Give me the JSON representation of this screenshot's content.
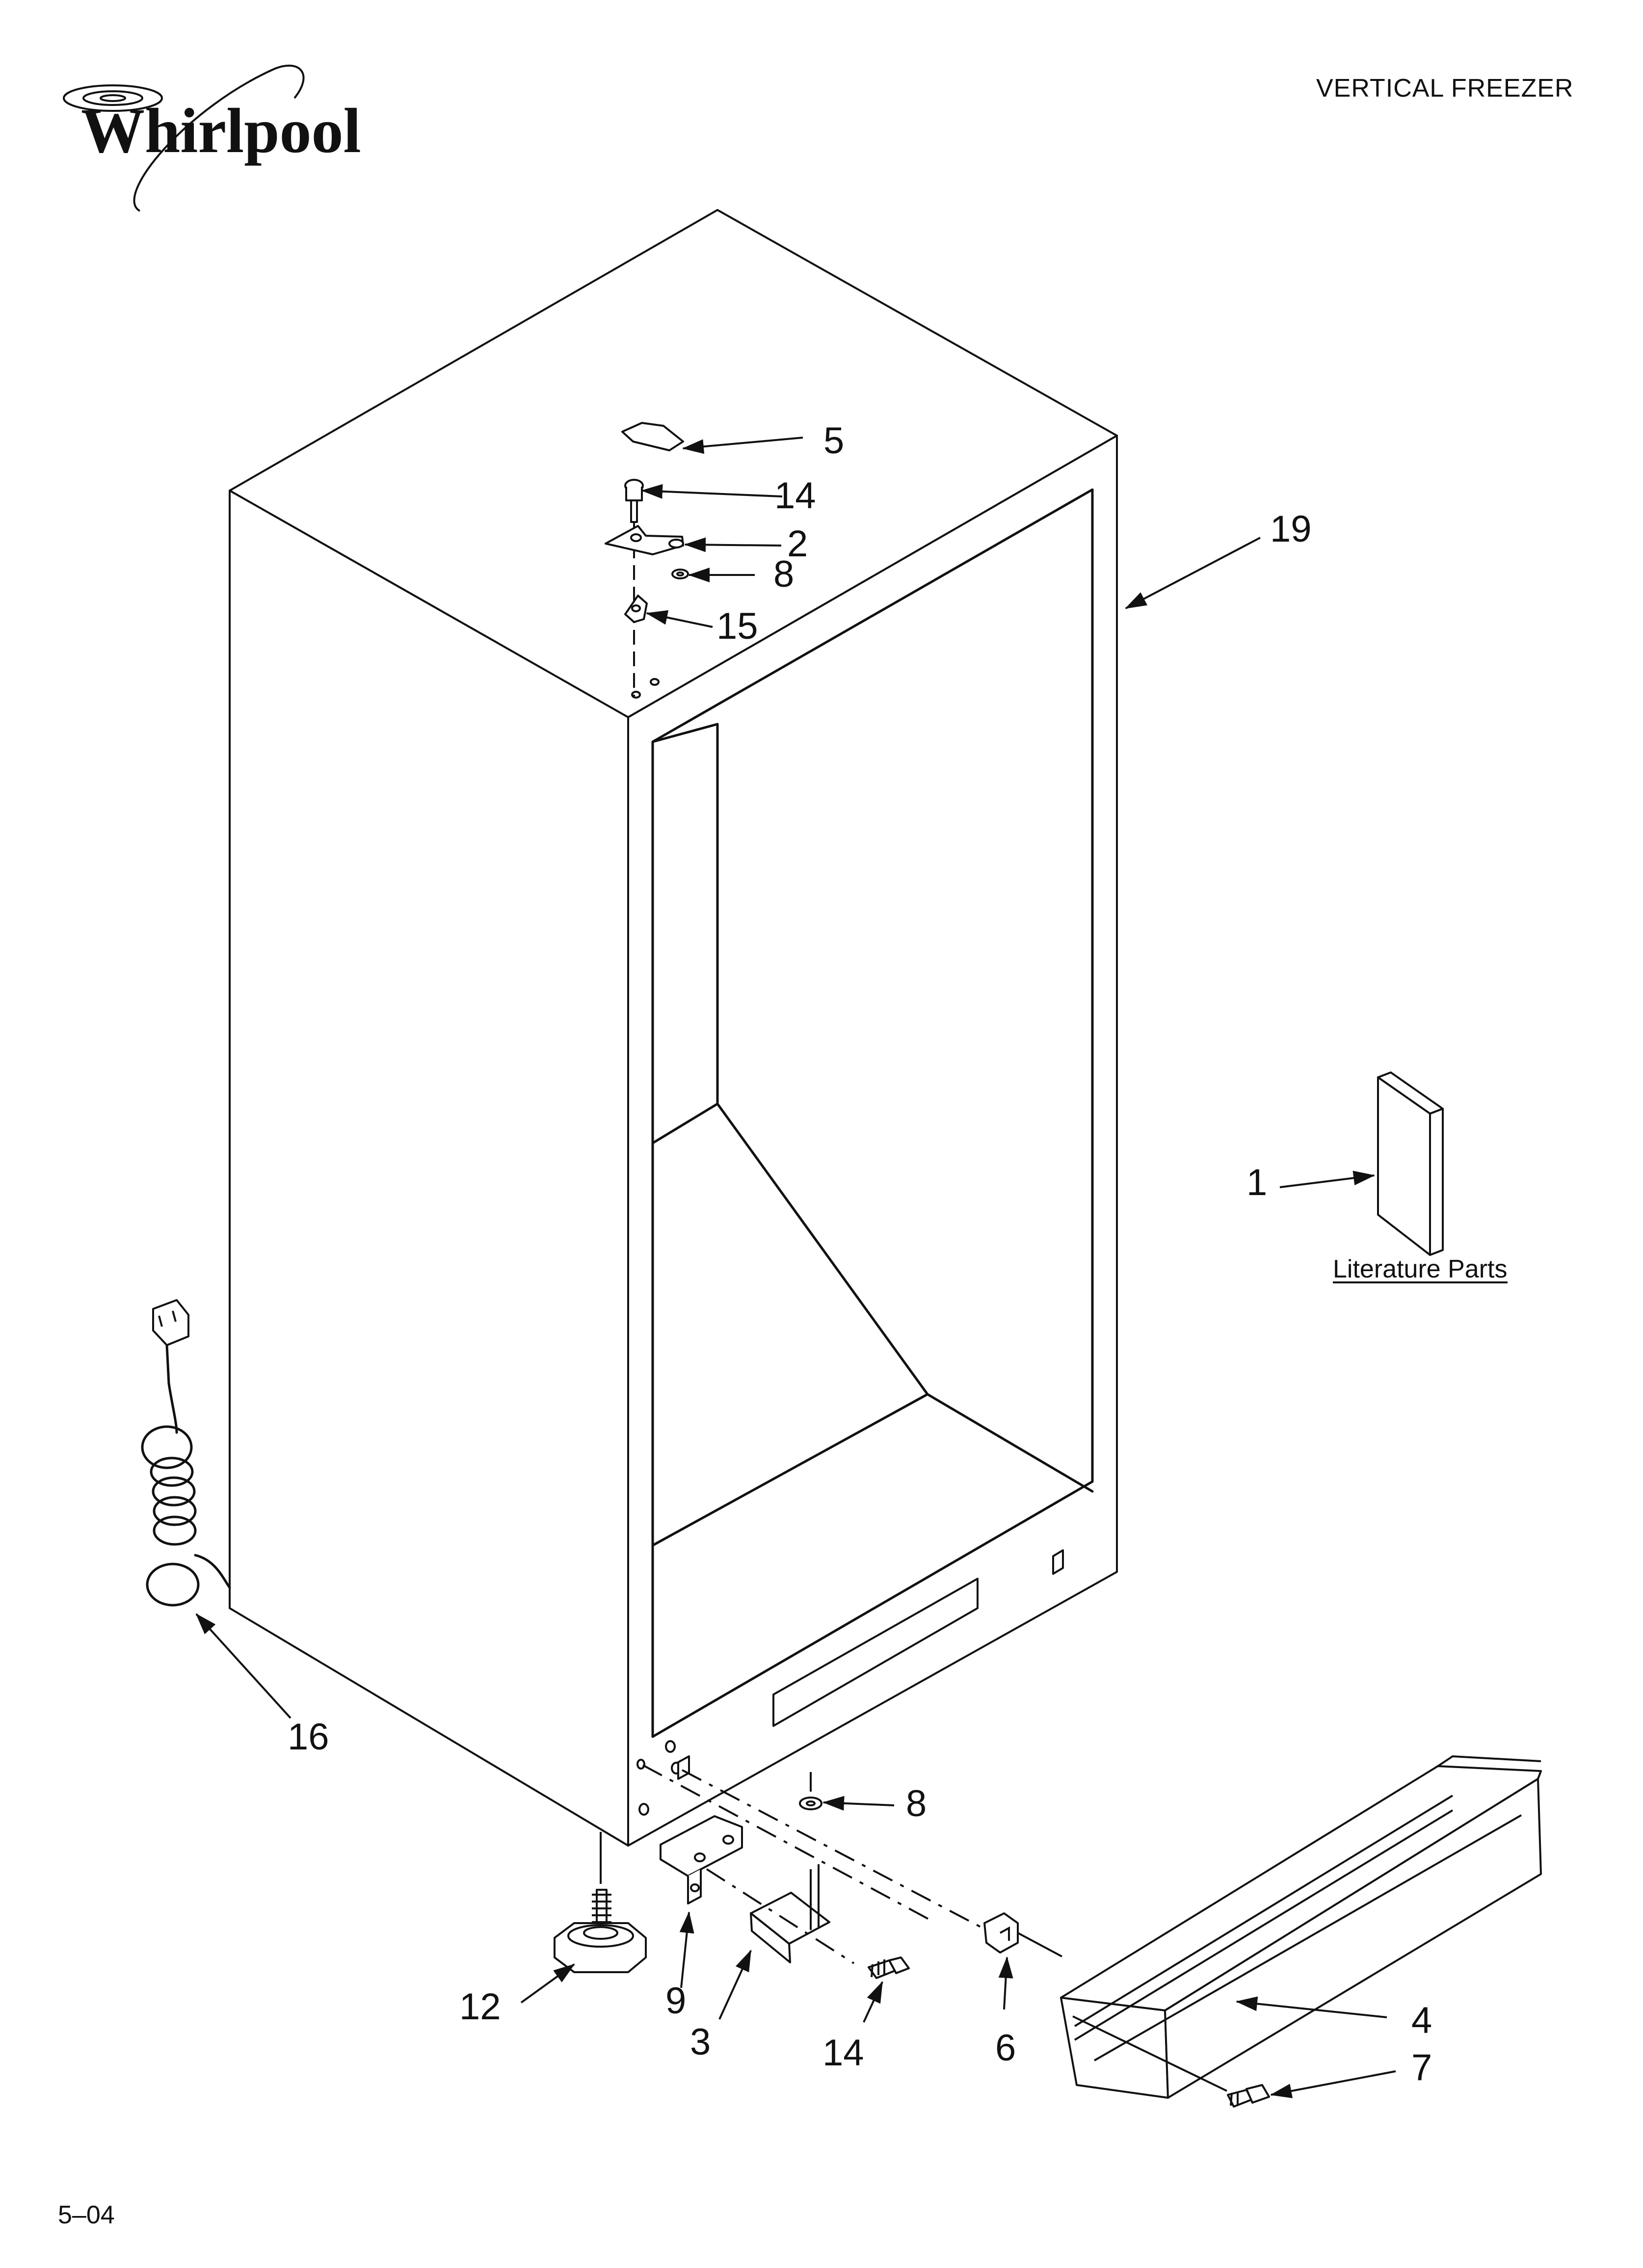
{
  "header": {
    "brand": "Whirlpool",
    "title": "VERTICAL FREEZER"
  },
  "callouts": {
    "c5": "5",
    "c14_top": "14",
    "c2": "2",
    "c8_top": "8",
    "c15": "15",
    "c19": "19",
    "c1": "1",
    "c16": "16",
    "c8_bottom": "8",
    "c12": "12",
    "c9": "9",
    "c3": "3",
    "c14_bottom": "14",
    "c6": "6",
    "c4": "4",
    "c7": "7"
  },
  "literature": {
    "label": "Literature Parts"
  },
  "footer": {
    "date_code": "5–04"
  }
}
